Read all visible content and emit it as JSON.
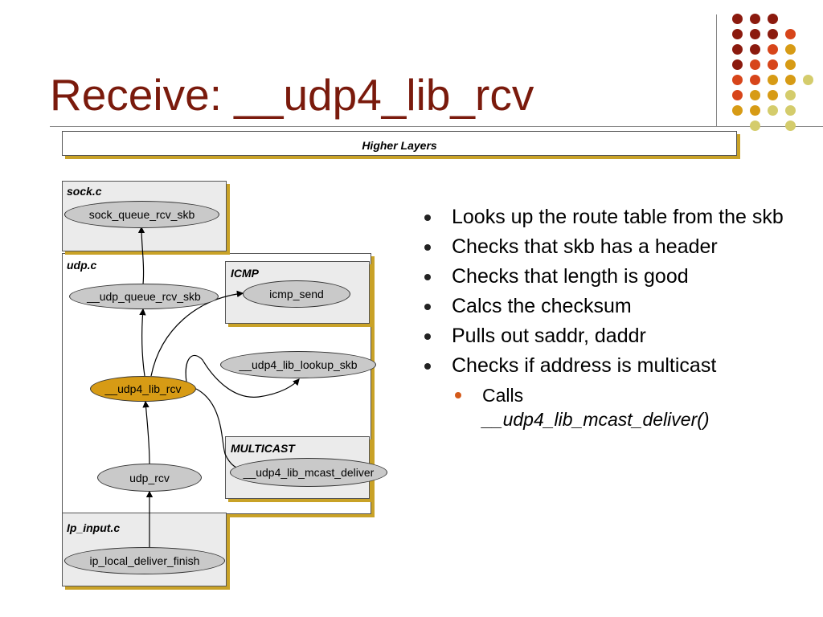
{
  "slide": {
    "title": "Receive: __udp4_lib_rcv"
  },
  "diagram": {
    "higher_layers": "Higher Layers",
    "sock_c": {
      "label": "sock.c",
      "fn": "sock_queue_rcv_skb"
    },
    "udp_c": {
      "label": "udp.c",
      "queue_fn": "__udp_queue_rcv_skb",
      "lookup_fn": "__udp4_lib_lookup_skb",
      "rcv_fn": "__udp4_lib_rcv",
      "udp_rcv": "udp_rcv"
    },
    "icmp": {
      "label": "ICMP",
      "fn": "icmp_send"
    },
    "multicast": {
      "label": "MULTICAST",
      "fn": "__udp4_lib_mcast_deliver"
    },
    "ip_input_c": {
      "label": "Ip_input.c",
      "fn": "ip_local_deliver_finish"
    }
  },
  "bullets": [
    "Looks up the route table from the skb",
    "Checks that skb has a header",
    "Checks that length is good",
    "Calcs the checksum",
    "Pulls out saddr, daddr",
    "Checks if address is multicast"
  ],
  "sub_bullet": {
    "text": "Calls",
    "fn": "__udp4_lib_mcast_deliver()"
  },
  "colors": {
    "title": "#7a1a0c",
    "accent_gold": "#c9a227",
    "dot_darkred": "#8b1a0e",
    "dot_orange": "#d7451a",
    "dot_gold": "#d79b15",
    "dot_khaki": "#d4cc6c"
  }
}
